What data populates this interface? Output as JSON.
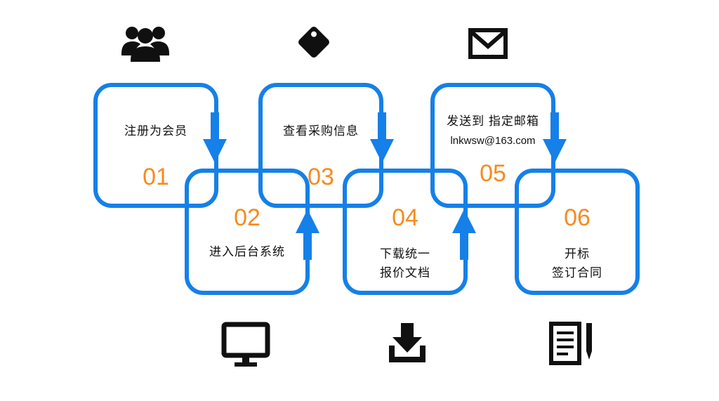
{
  "colors": {
    "background": "#ffffff",
    "accent_blue": "#1580e8",
    "number_orange": "#f68b1f",
    "icon_black": "#101010"
  },
  "steps": [
    {
      "number": "01",
      "line1": "注册为会员",
      "icon": "people-group-icon"
    },
    {
      "number": "02",
      "line1": "进入后台系统",
      "icon": "monitor-icon"
    },
    {
      "number": "03",
      "line1": "查看采购信息",
      "icon": "tag-icon"
    },
    {
      "number": "04",
      "line1": "下载统一",
      "line2": "报价文档",
      "icon": "download-icon"
    },
    {
      "number": "05",
      "line1": "发送到 指定邮箱",
      "sublabel": "lnkwsw@163.com",
      "icon": "envelope-icon"
    },
    {
      "number": "06",
      "line1": "开标",
      "line2": "签订合同",
      "icon": "document-pen-icon"
    }
  ]
}
